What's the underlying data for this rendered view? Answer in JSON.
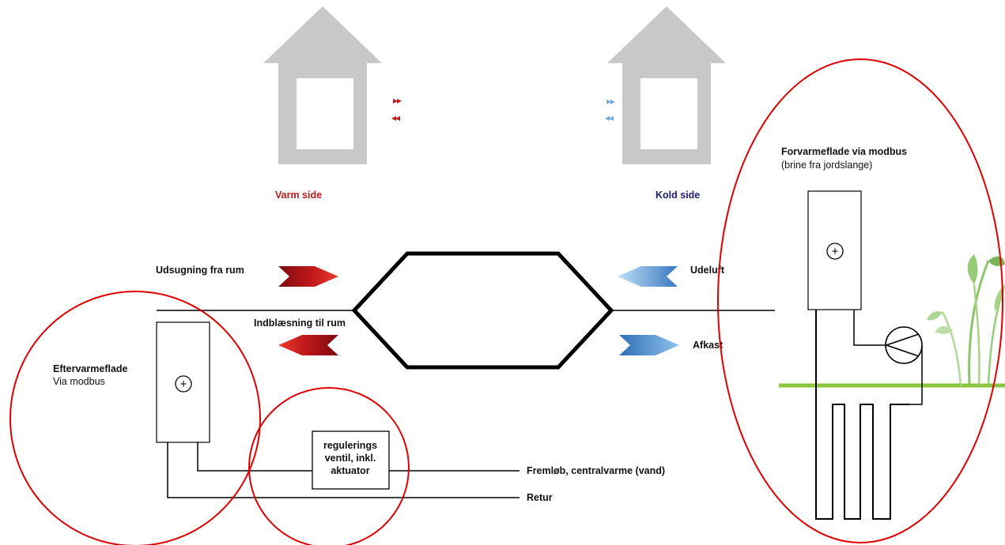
{
  "colors": {
    "warm": "#c0181b",
    "warm_dark": "#8e0f14",
    "cold": "#8fc3ec",
    "cold_dark": "#3f7fc4",
    "kold_label": "#1c1f6b",
    "house": "#c8c8c8",
    "highlight": "#e00000",
    "ground": "#8cc63f"
  },
  "labels": {
    "warm_side": "Varm side",
    "cold_side": "Kold side",
    "extract_from_room": "Udsugning fra rum",
    "supply_to_room": "Indblæsning til rum",
    "outdoor_air": "Udeluft",
    "exhaust": "Afkast",
    "reheater_title": "Eftervarmeflade",
    "reheater_sub": "Via modbus",
    "preheater_title": "Forvarmeflade via modbus",
    "preheater_sub": "(brine fra jordslange)",
    "valve_line1": "regulerings",
    "valve_line2": "ventil, inkl.",
    "valve_line3": "aktuator",
    "flow": "Fremløb, centralvarme (vand)",
    "return": "Retur",
    "plus_symbol": "+"
  },
  "icons": {
    "house_warm": "house-icon",
    "house_cold": "house-icon",
    "pump": "pump-icon",
    "plant": "plant-icon"
  }
}
